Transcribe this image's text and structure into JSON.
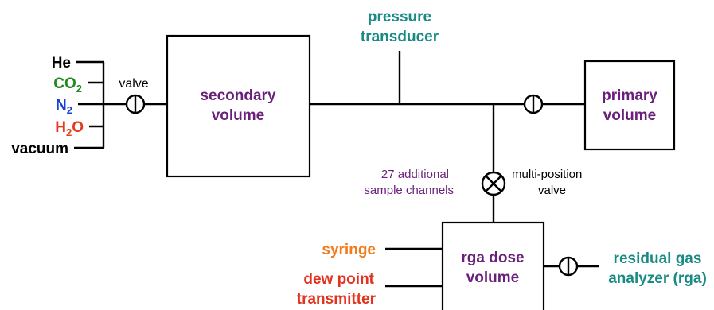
{
  "gas_inputs": [
    {
      "text": "He",
      "sub": "",
      "after": "",
      "color": "#000000"
    },
    {
      "text": "CO",
      "sub": "2",
      "after": "",
      "color": "#1f8a1f"
    },
    {
      "text": "N",
      "sub": "2",
      "after": "",
      "color": "#1a3fd6"
    },
    {
      "text": "H",
      "sub": "2",
      "after": "O",
      "color": "#e63a1c"
    },
    {
      "text": "vacuum",
      "sub": "",
      "after": "",
      "color": "#000000"
    }
  ],
  "valve_label": "valve",
  "secondary_volume": {
    "line1": "secondary",
    "line2": "volume"
  },
  "pressure_transducer": {
    "line1": "pressure",
    "line2": "transducer"
  },
  "primary_volume": {
    "line1": "primary",
    "line2": "volume"
  },
  "sample_channels": {
    "line1": "27 additional",
    "line2": "sample channels"
  },
  "multi_position_valve": {
    "line1": "multi-position",
    "line2": "valve"
  },
  "rga_dose_volume": {
    "line1": "rga dose",
    "line2": "volume"
  },
  "syringe": "syringe",
  "dew_point": {
    "line1": "dew point",
    "line2": "transmitter"
  },
  "residual_gas_analyzer": {
    "line1": "residual gas",
    "line2": "analyzer (rga)"
  },
  "colors": {
    "volume_text": "#6a1f7a",
    "teal": "#1a8a84",
    "orange": "#f07c1e",
    "red": "#e3321e",
    "line": "#000000"
  }
}
